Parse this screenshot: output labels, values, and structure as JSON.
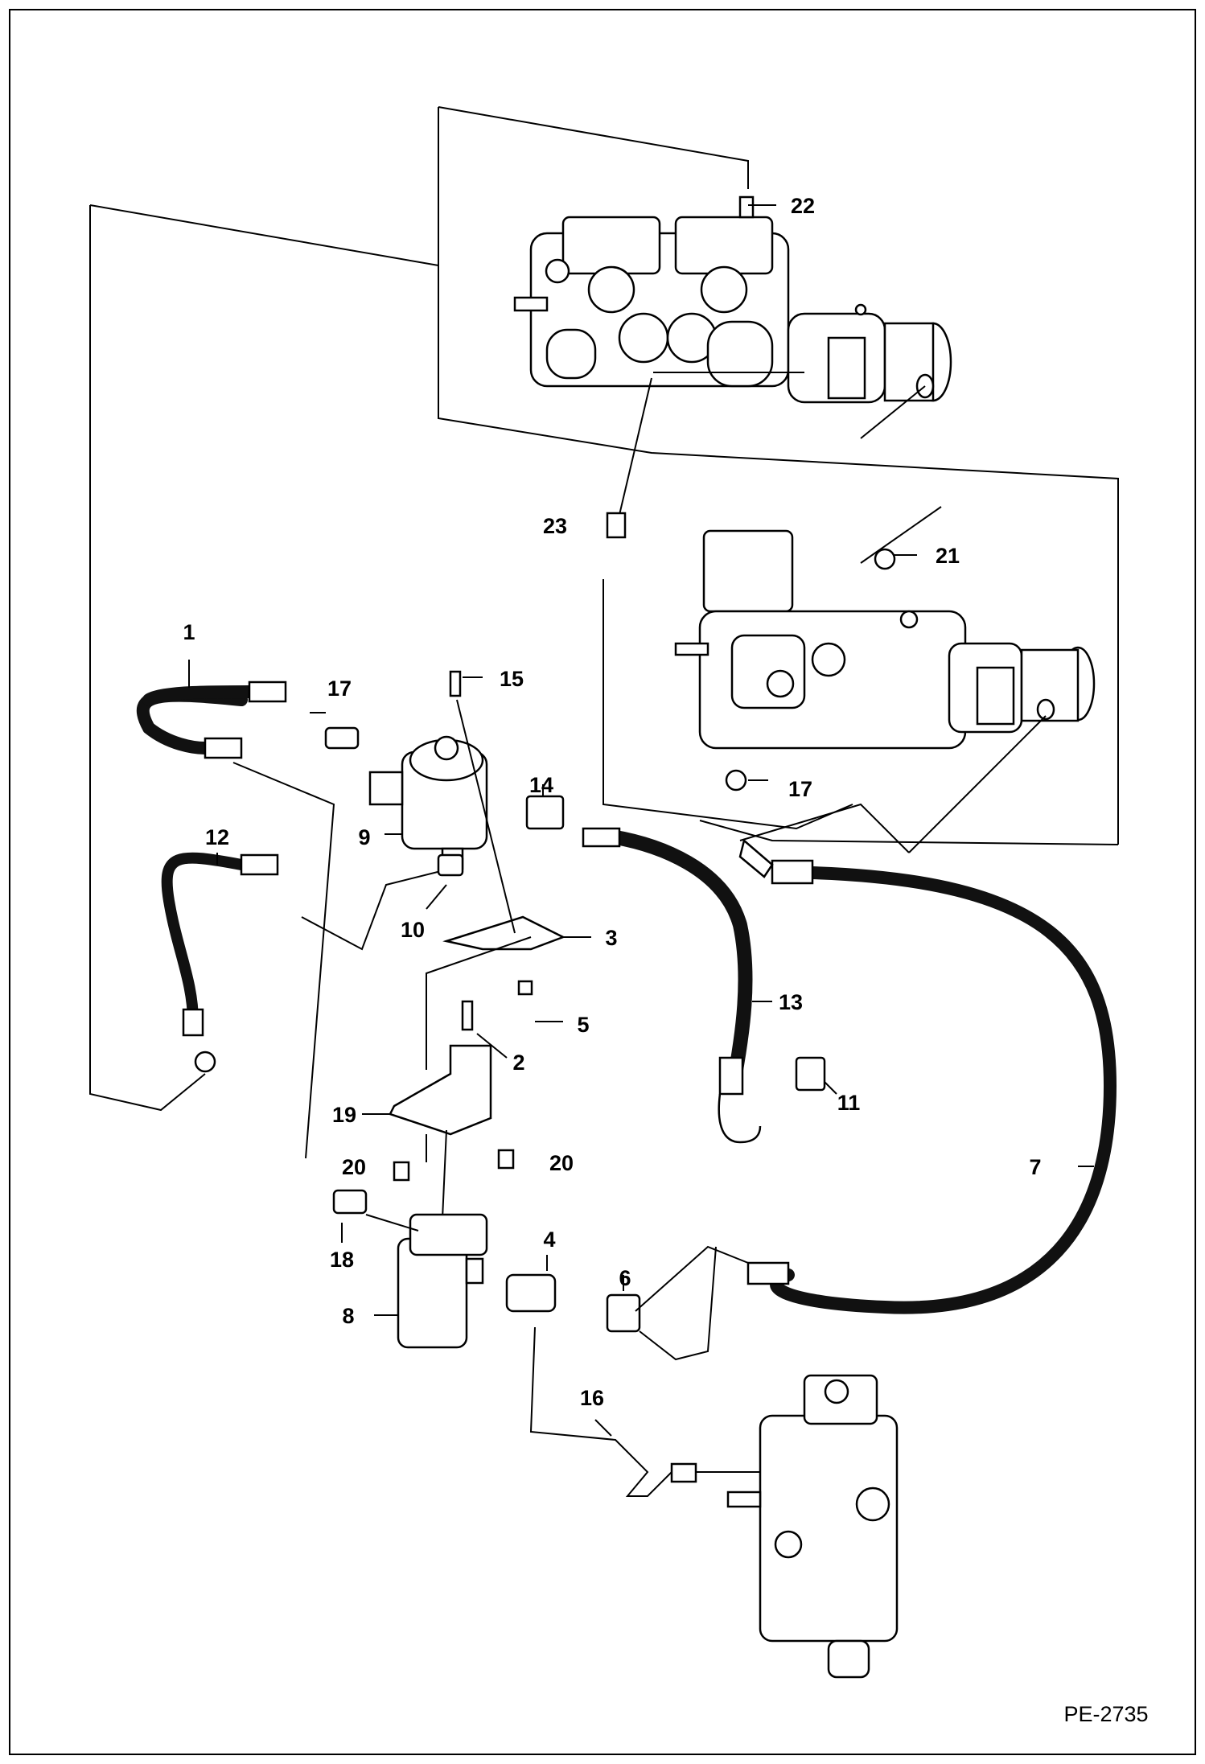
{
  "callouts": [
    {
      "id": "c1",
      "label": "1"
    },
    {
      "id": "c2",
      "label": "2"
    },
    {
      "id": "c3",
      "label": "3"
    },
    {
      "id": "c4",
      "label": "4"
    },
    {
      "id": "c5",
      "label": "5"
    },
    {
      "id": "c6",
      "label": "6"
    },
    {
      "id": "c7",
      "label": "7"
    },
    {
      "id": "c8",
      "label": "8"
    },
    {
      "id": "c9",
      "label": "9"
    },
    {
      "id": "c10",
      "label": "10"
    },
    {
      "id": "c11",
      "label": "11"
    },
    {
      "id": "c12",
      "label": "12"
    },
    {
      "id": "c13",
      "label": "13"
    },
    {
      "id": "c14",
      "label": "14"
    },
    {
      "id": "c15",
      "label": "15"
    },
    {
      "id": "c16",
      "label": "16"
    },
    {
      "id": "c17a",
      "label": "17"
    },
    {
      "id": "c17b",
      "label": "17"
    },
    {
      "id": "c18",
      "label": "18"
    },
    {
      "id": "c19",
      "label": "19"
    },
    {
      "id": "c20a",
      "label": "20"
    },
    {
      "id": "c20b",
      "label": "20"
    },
    {
      "id": "c21",
      "label": "21"
    },
    {
      "id": "c22",
      "label": "22"
    },
    {
      "id": "c23",
      "label": "23"
    }
  ],
  "drawing_code": "PE-2735"
}
